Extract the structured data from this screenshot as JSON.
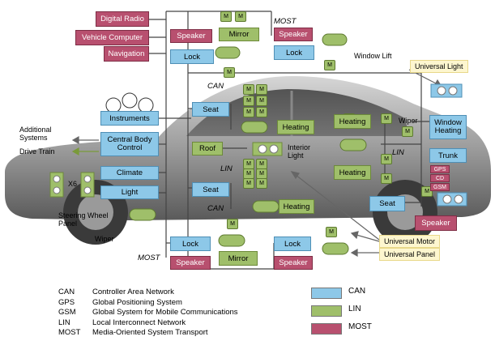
{
  "most_boxes": {
    "digital_radio": "Digital Radio",
    "vehicle_computer": "Vehicle Computer",
    "navigation": "Navigation",
    "speaker_top": "Speaker",
    "speaker_top_right": "Speaker",
    "speaker_right": "Speaker",
    "speaker_bottom_left": "Speaker",
    "speaker_bottom_mid": "Speaker",
    "sub_gps": "GPS",
    "sub_cd": "CD",
    "sub_gsm": "GSM"
  },
  "can_boxes": {
    "lock_top_left": "Lock",
    "lock_top_right": "Lock",
    "instruments": "Instruments",
    "central_body_control": "Central Body Control",
    "climate": "Climate",
    "light": "Light",
    "seat_upper": "Seat",
    "seat_lower": "Seat",
    "window_heating": "Window Heating",
    "trunk": "Trunk",
    "seat_right": "Seat",
    "lock_bottom_left": "Lock",
    "lock_bottom_right": "Lock"
  },
  "lin_boxes": {
    "mirror_top": "Mirror",
    "heating_upper": "Heating",
    "roof": "Roof",
    "heating_lower": "Heating",
    "heating_right_upper": "Heating",
    "heating_right_lower": "Heating",
    "mirror_bottom": "Mirror"
  },
  "labels": {
    "most_top": "MOST",
    "most_bottom": "MOST",
    "can_upper": "CAN",
    "can_lower": "CAN",
    "lin_left": "LIN",
    "lin_right": "LIN",
    "x6": "X6",
    "window_lift": "Window Lift",
    "interior_light": "Interior Light",
    "wiper_right": "Wiper",
    "wiper_left": "Wiper",
    "steering_wheel_panel": "Steering Wheel Panel",
    "additional_systems": "Additional Systems",
    "drive_train": "Drive Train"
  },
  "callouts": {
    "universal_light": "Universal Light",
    "universal_motor": "Universal Motor",
    "universal_panel": "Universal Panel"
  },
  "glyphs": {
    "motor": "M"
  },
  "abbreviations": [
    {
      "abbr": "CAN",
      "text": "Controller Area Network"
    },
    {
      "abbr": "GPS",
      "text": "Global Positioning System"
    },
    {
      "abbr": "GSM",
      "text": "Global System for Mobile Communications"
    },
    {
      "abbr": "LIN",
      "text": "Local Interconnect Network"
    },
    {
      "abbr": "MOST",
      "text": "Media-Oriented System Transport"
    }
  ],
  "legend": [
    {
      "label": "CAN",
      "color": "#8dc8e8"
    },
    {
      "label": "LIN",
      "color": "#9fbf6a"
    },
    {
      "label": "MOST",
      "color": "#b8506f"
    }
  ]
}
